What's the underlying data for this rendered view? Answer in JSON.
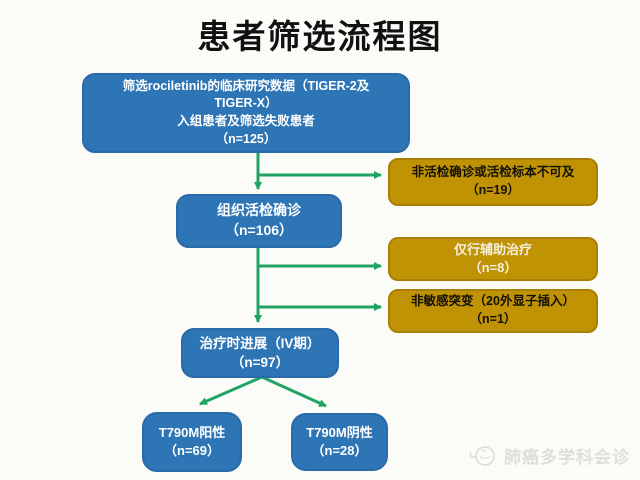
{
  "title": "患者筛选流程图",
  "colors": {
    "box_blue": "#2e75b5",
    "box_gold": "#bf9303",
    "arrow_green": "#1fa363",
    "background": "#fbfbf8"
  },
  "flowchart": {
    "top": {
      "lines": [
        "筛选rociletinib的临床研究数据（TIGER-2及",
        "TIGER-X）",
        "入组患者及筛选失败患者",
        "（n=125）"
      ]
    },
    "biopsy": {
      "line1": "组织活检确诊",
      "line2": "（n=106）"
    },
    "progression": {
      "line1": "治疗时进展（IV期）",
      "line2": "（n=97）"
    },
    "t790m_pos": {
      "line1": "T790M阳性",
      "line2": "（n=69）"
    },
    "t790m_neg": {
      "line1": "T790M阴性",
      "line2": "（n=28）"
    },
    "excl_no_biopsy": {
      "line1": "非活检确诊或活检标本不可及",
      "line2": "（n=19）"
    },
    "excl_adjuvant": {
      "line1": "仅行辅助治疗",
      "line2": "（n=8）"
    },
    "excl_mutation": {
      "line1": "非敏感突变（20外显子插入）",
      "line2": "（n=1）"
    }
  },
  "watermark": {
    "text": "肺癌多学科会诊"
  }
}
